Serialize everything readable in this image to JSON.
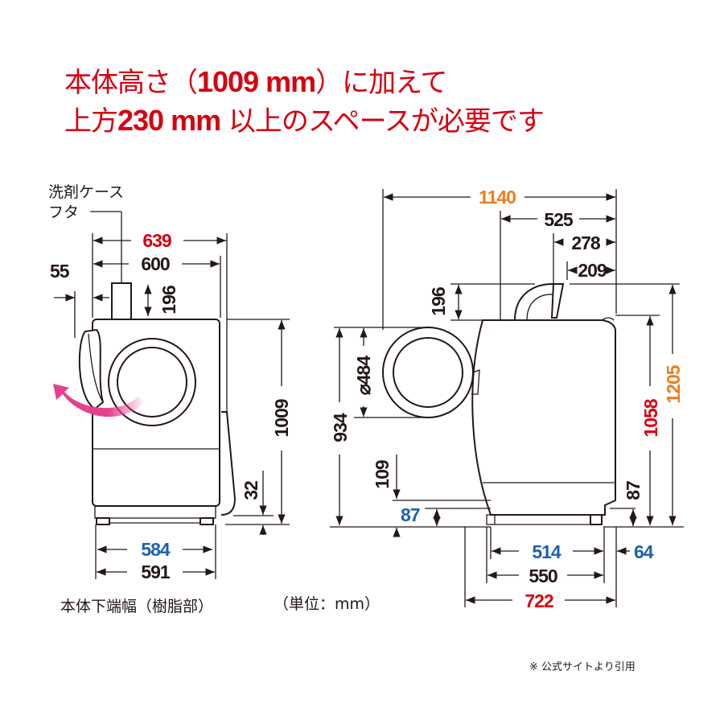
{
  "headline": {
    "line1_pre": "本体高さ（",
    "line1_num": "1009 mm",
    "line1_post": "）に加えて",
    "line2_pre": "上方",
    "line2_num": "230 mm",
    "line2_post": " 以上のスペースが必要です",
    "color": "#d7000f"
  },
  "front_view": {
    "callout_line1": "洗剤ケース",
    "callout_line2": "フタ",
    "dims": {
      "width_with_lid": "639",
      "width_body": "600",
      "lid_offset": "55",
      "lid_height": "196",
      "body_height": "1009",
      "base_clearance": "32",
      "base_width_resin": "584",
      "base_width": "591"
    },
    "caption": "本体下端幅（樹脂部）"
  },
  "side_view": {
    "dims": {
      "total_depth_open": "1140",
      "depth_to_lid": "525",
      "lid_depth_a": "278",
      "lid_depth_b": "209",
      "lid_height": "196",
      "door_diameter": "⌀484",
      "door_center_height": "934",
      "floor_to_base": "109",
      "base_left": "87",
      "body_height_total": "1058",
      "total_height_open": "1205",
      "base_right": "87",
      "base_depth_resin": "514",
      "rear_offset": "64",
      "base_depth": "550",
      "body_depth": "722"
    }
  },
  "unit_label": "（単位：mm）",
  "source_note": "※ 公式サイトより引用",
  "colors": {
    "red": "#d7000f",
    "orange": "#ee7d1a",
    "blue": "#1d61ae",
    "black": "#231815",
    "door_arrow_pink": "#e4428f"
  }
}
